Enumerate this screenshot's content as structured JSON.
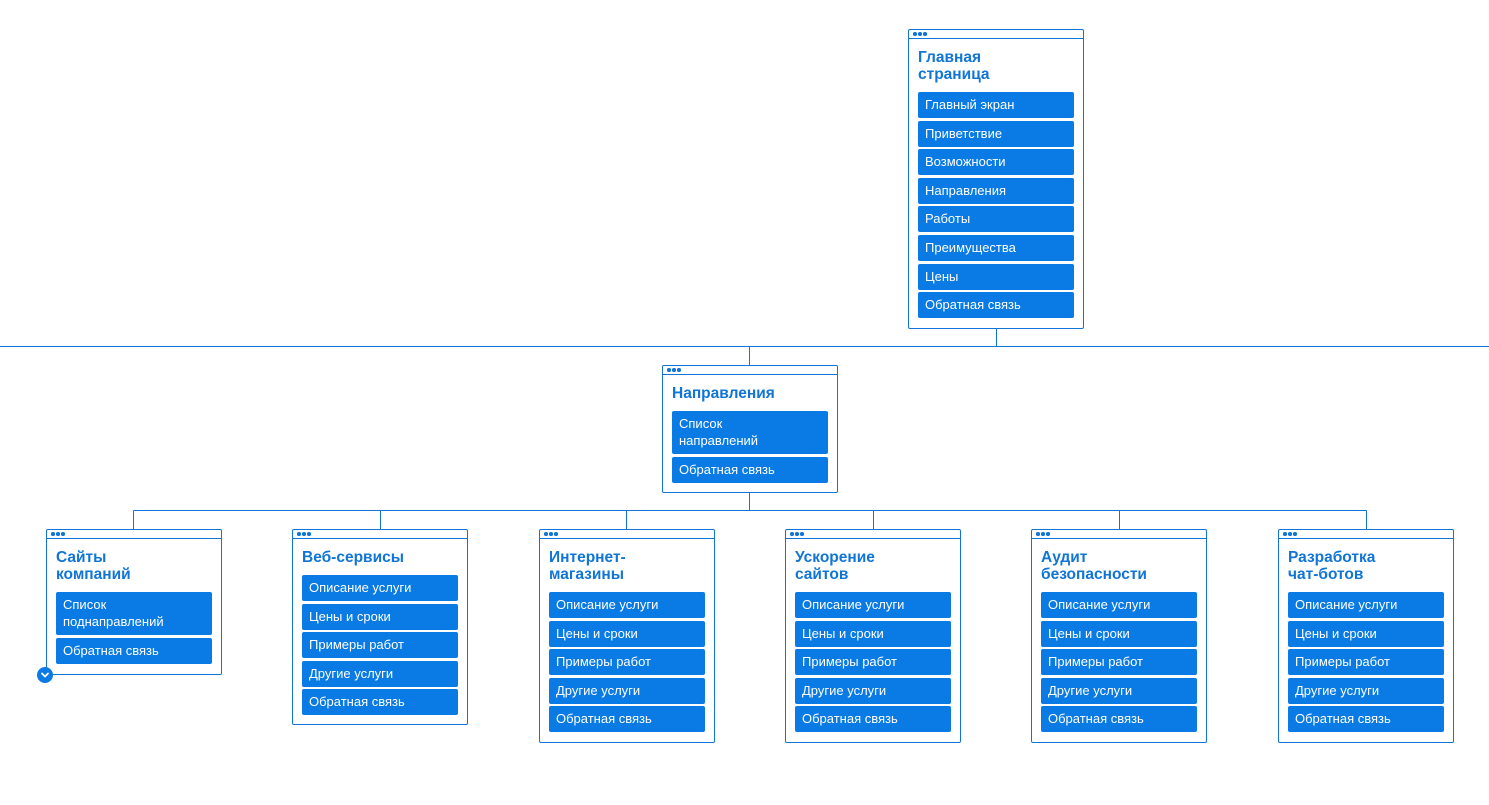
{
  "colors": {
    "accent": "#0a7ae4",
    "line": "#1075d6",
    "background": "#ffffff"
  },
  "nodes": {
    "home": {
      "title": "Главная\nстраница",
      "items": [
        "Главный экран",
        "Приветствие",
        "Возможности",
        "Направления",
        "Работы",
        "Преимущества",
        "Цены",
        "Обратная связь"
      ]
    },
    "directions": {
      "title": "Направления",
      "items": [
        "Список\nнаправлений",
        "Обратная связь"
      ]
    },
    "company_sites": {
      "title": "Сайты\nкомпаний",
      "items": [
        "Список\nподнаправлений",
        "Обратная связь"
      ]
    },
    "web_services": {
      "title": "Веб-сервисы",
      "items": [
        "Описание услуги",
        "Цены и сроки",
        "Примеры работ",
        "Другие услуги",
        "Обратная связь"
      ]
    },
    "online_stores": {
      "title": "Интернет-\nмагазины",
      "items": [
        "Описание услуги",
        "Цены и сроки",
        "Примеры работ",
        "Другие услуги",
        "Обратная связь"
      ]
    },
    "site_speedup": {
      "title": "Ускорение\nсайтов",
      "items": [
        "Описание услуги",
        "Цены и сроки",
        "Примеры работ",
        "Другие услуги",
        "Обратная связь"
      ]
    },
    "security_audit": {
      "title": "Аудит\nбезопасности",
      "items": [
        "Описание услуги",
        "Цены и сроки",
        "Примеры работ",
        "Другие услуги",
        "Обратная связь"
      ]
    },
    "chatbots": {
      "title": "Разработка\nчат-ботов",
      "items": [
        "Описание услуги",
        "Цены и сроки",
        "Примеры работ",
        "Другие услуги",
        "Обратная связь"
      ]
    }
  },
  "expand_icon": "chevron-down-icon"
}
